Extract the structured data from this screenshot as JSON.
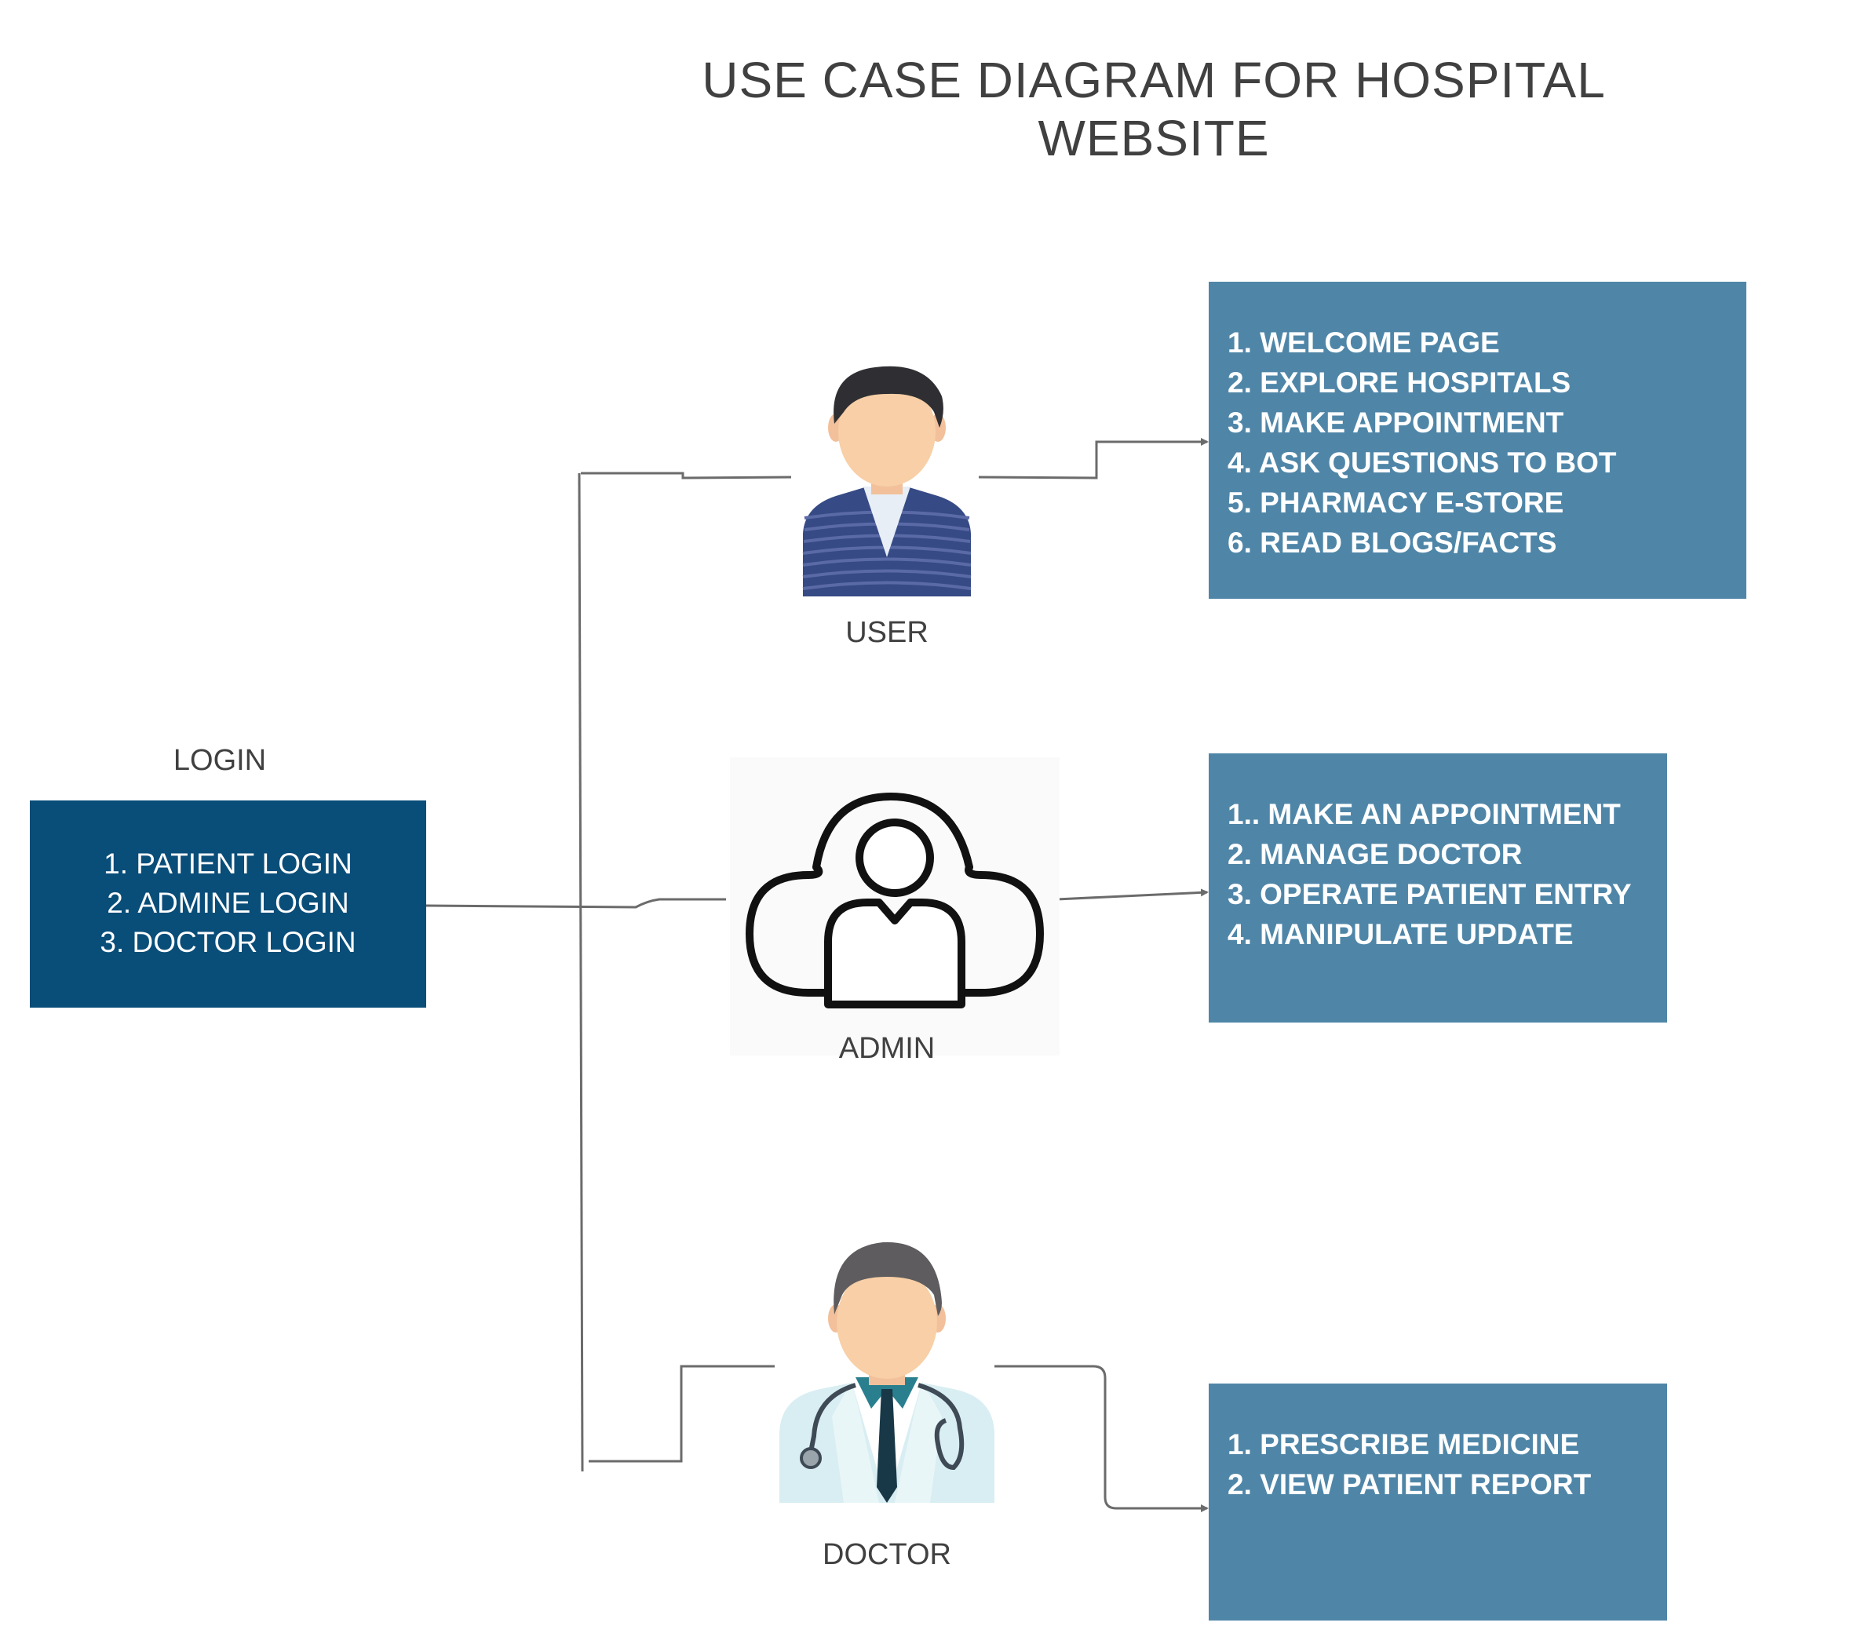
{
  "title": "USE CASE DIAGRAM FOR HOSPITAL WEBSITE",
  "login": {
    "heading": "LOGIN",
    "items": [
      "1.  PATIENT  LOGIN",
      "2. ADMINE LOGIN",
      "3. DOCTOR  LOGIN"
    ]
  },
  "actors": {
    "user": {
      "label": "USER",
      "use_cases": [
        "1. WELCOME PAGE",
        "2. EXPLORE HOSPITALS",
        "3. MAKE APPOINTMENT",
        "4. ASK QUESTIONS TO BOT",
        "5. PHARMACY E-STORE",
        "6. READ BLOGS/FACTS"
      ]
    },
    "admin": {
      "label": "ADMIN",
      "use_cases": [
        "1.. MAKE AN APPOINTMENT",
        "2. MANAGE DOCTOR",
        "3. OPERATE PATIENT  ENTRY",
        "4. MANIPULATE UPDATE"
      ]
    },
    "doctor": {
      "label": "DOCTOR",
      "use_cases": [
        "1. PRESCRIBE MEDICINE",
        "2. VIEW PATIENT  REPORT"
      ]
    }
  },
  "colors": {
    "login_box": "#094d79",
    "use_case_box": "#4f86a8",
    "connector": "#6b6b6b",
    "text": "#404040"
  },
  "icons": {
    "user": "man-avatar-icon",
    "admin": "cloud-user-icon",
    "doctor": "doctor-stethoscope-icon"
  }
}
